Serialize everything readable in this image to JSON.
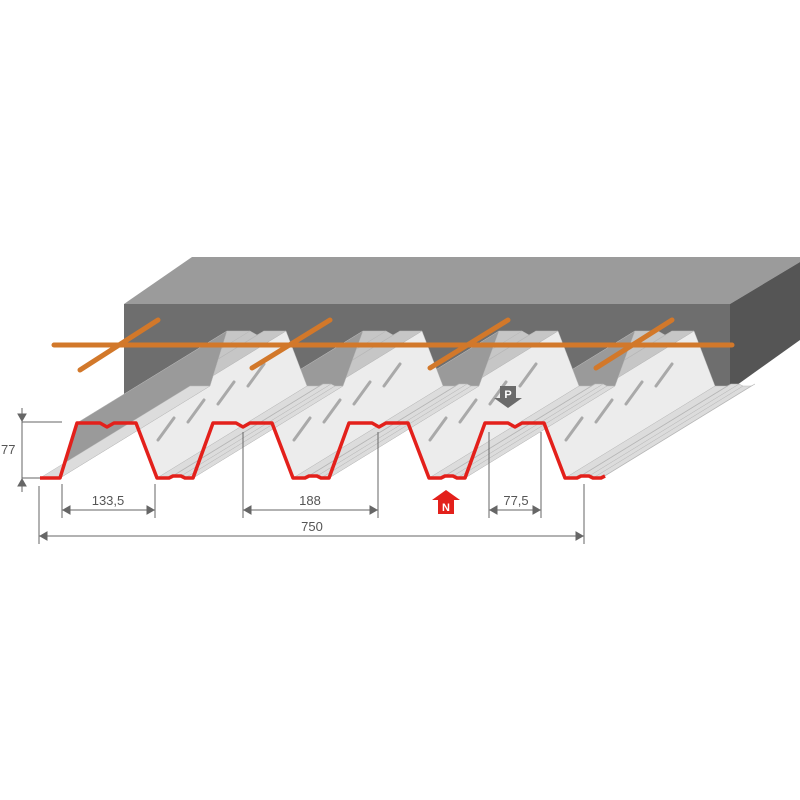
{
  "diagram": {
    "title": "Trapezoidal steel deck profile in composite slab",
    "dimensions": {
      "height": "77",
      "trough_width": "133,5",
      "rib_pitch": "188",
      "cover_width": "750",
      "rib_top_width": "77,5"
    },
    "markers": {
      "positive": "P",
      "negative": "N"
    },
    "colors": {
      "profile_outline": "#e3201b",
      "rebar": "#d2782a",
      "concrete_front": "#6e6e6e",
      "concrete_top": "#9b9b9b",
      "concrete_side": "#555555",
      "steel": "#d4d4d4"
    }
  }
}
